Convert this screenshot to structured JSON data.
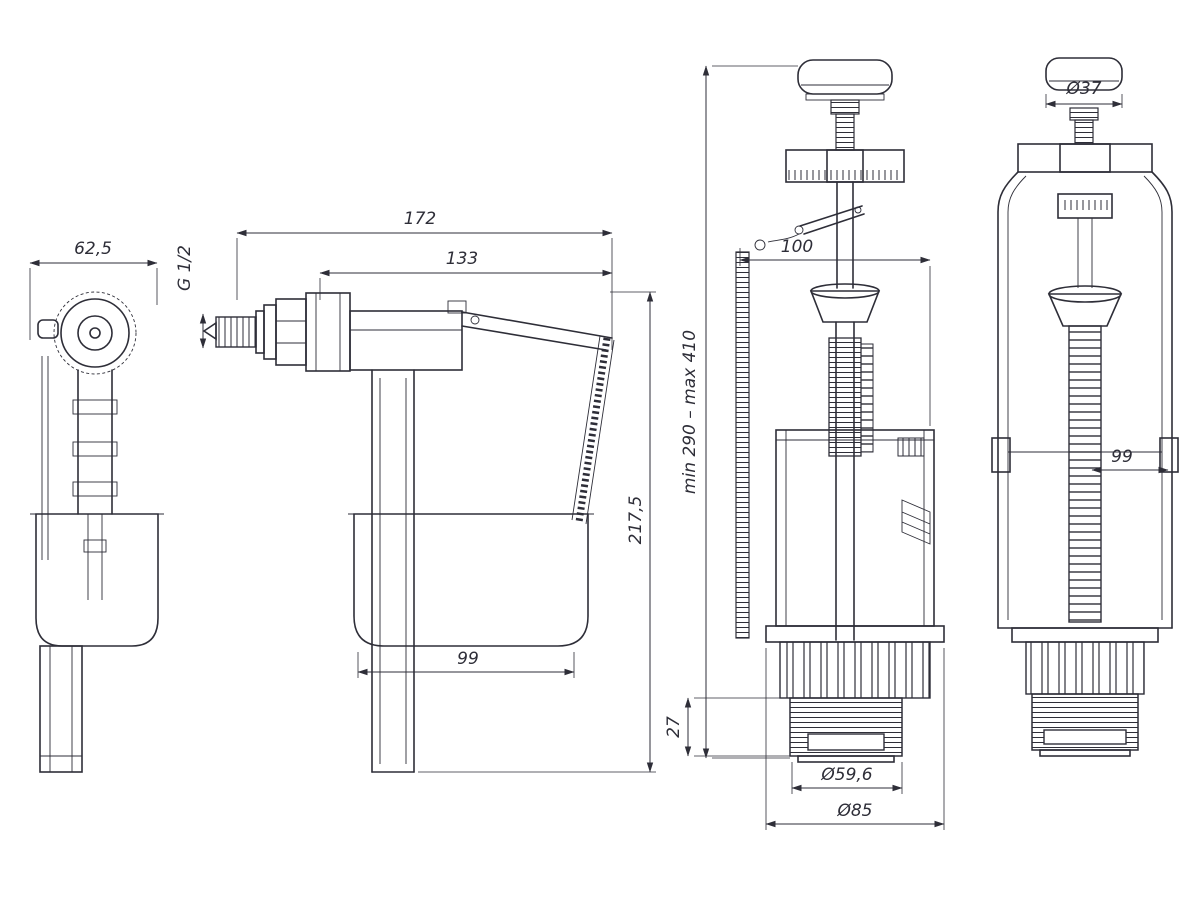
{
  "page": {
    "background": "#ffffff",
    "line_color": "#2e2e38",
    "description": "Technical dimension drawing of toilet cistern fill valve and flush valve"
  },
  "views": {
    "fill_valve_front": {
      "dim_width": "62,5"
    },
    "fill_valve_side": {
      "dim_total_length": "172",
      "dim_body_length": "133",
      "thread_label": "G 1/2",
      "dim_height": "217,5",
      "dim_cup_width": "99"
    },
    "flush_valve_section": {
      "dim_lever": "100",
      "dim_height_range": "min 290 – max 410",
      "dim_outlet_height": "27",
      "dim_outlet_diameter": "Ø59,6",
      "dim_flange_diameter": "Ø85"
    },
    "flush_valve_side": {
      "dim_button_diameter": "Ø37",
      "dim_inner": "99"
    }
  }
}
